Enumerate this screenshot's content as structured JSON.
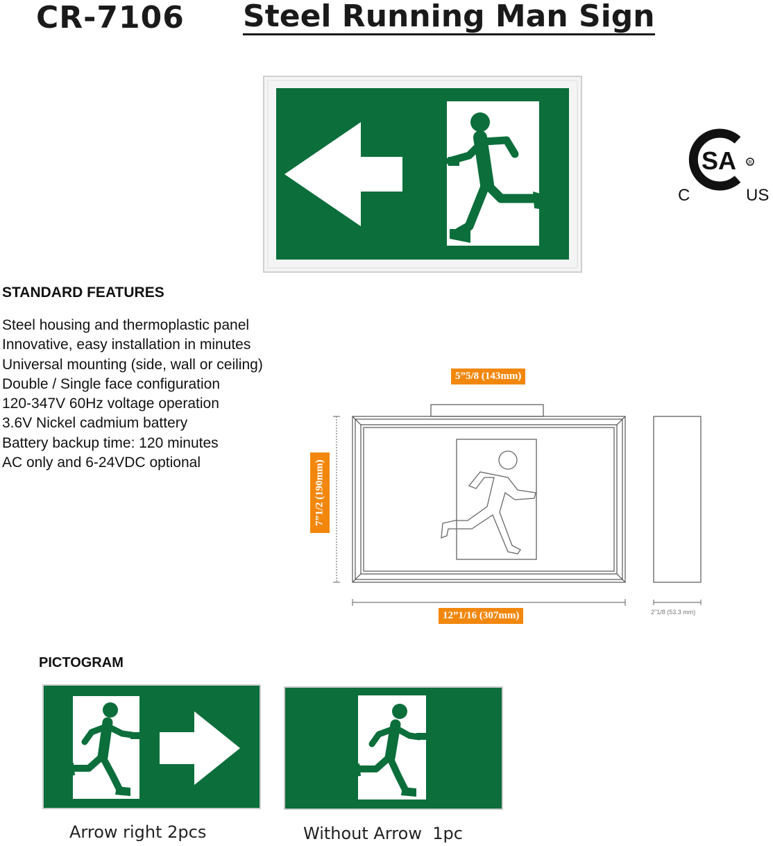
{
  "header": {
    "model": "CR-7106",
    "title": "Steel Running Man Sign"
  },
  "certification": {
    "mark_text": "SA",
    "left_label": "C",
    "right_label": "US"
  },
  "features": {
    "heading": "STANDARD FEATURES",
    "items": [
      "Steel housing and thermoplastic panel",
      "Innovative, easy installation in minutes",
      "Universal mounting (side, wall or ceiling)",
      "Double / Single face configuration",
      "120-347V 60Hz voltage operation",
      "3.6V Nickel cadmium battery",
      "Battery backup time: 120 minutes",
      "AC only and 6-24VDC optional"
    ]
  },
  "dimensions": {
    "top": "5”5/8 (143mm)",
    "height": "7”1/2 (190mm)",
    "width": "12”1/16 (307mm)",
    "depth": "2\"1/8 (53.3 mm)"
  },
  "pictogram": {
    "heading": "PICTOGRAM",
    "options": [
      {
        "caption": "Arrow right 2pcs"
      },
      {
        "caption": "Without Arrow  1pc"
      }
    ]
  },
  "colors": {
    "sign_green": "#0b6e3b",
    "dimension_label": "#f2870d",
    "frame": "#f2f2f2"
  }
}
